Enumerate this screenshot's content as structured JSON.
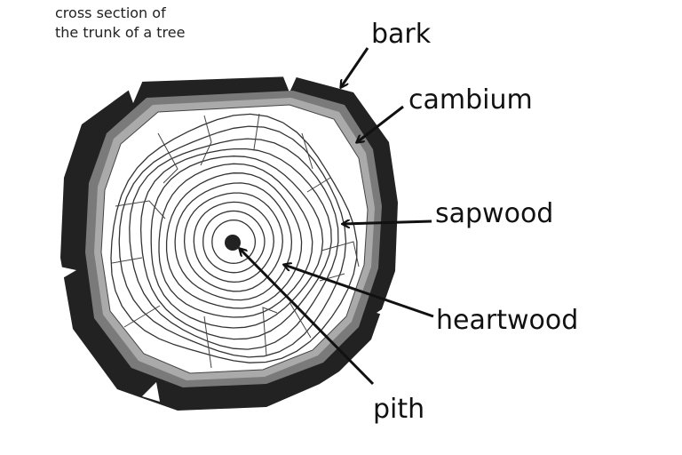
{
  "caption": {
    "line1": "cross section of",
    "line2": "the trunk of a tree"
  },
  "labels": {
    "bark": "bark",
    "cambium": "cambium",
    "sapwood": "sapwood",
    "heartwood": "heartwood",
    "pith": "pith"
  },
  "colors": {
    "bark": "#222222",
    "cambium": "#7a7a7a",
    "wood": "#ffffff",
    "rings": "#333333",
    "pith": "#222222"
  },
  "ring_count": 12
}
